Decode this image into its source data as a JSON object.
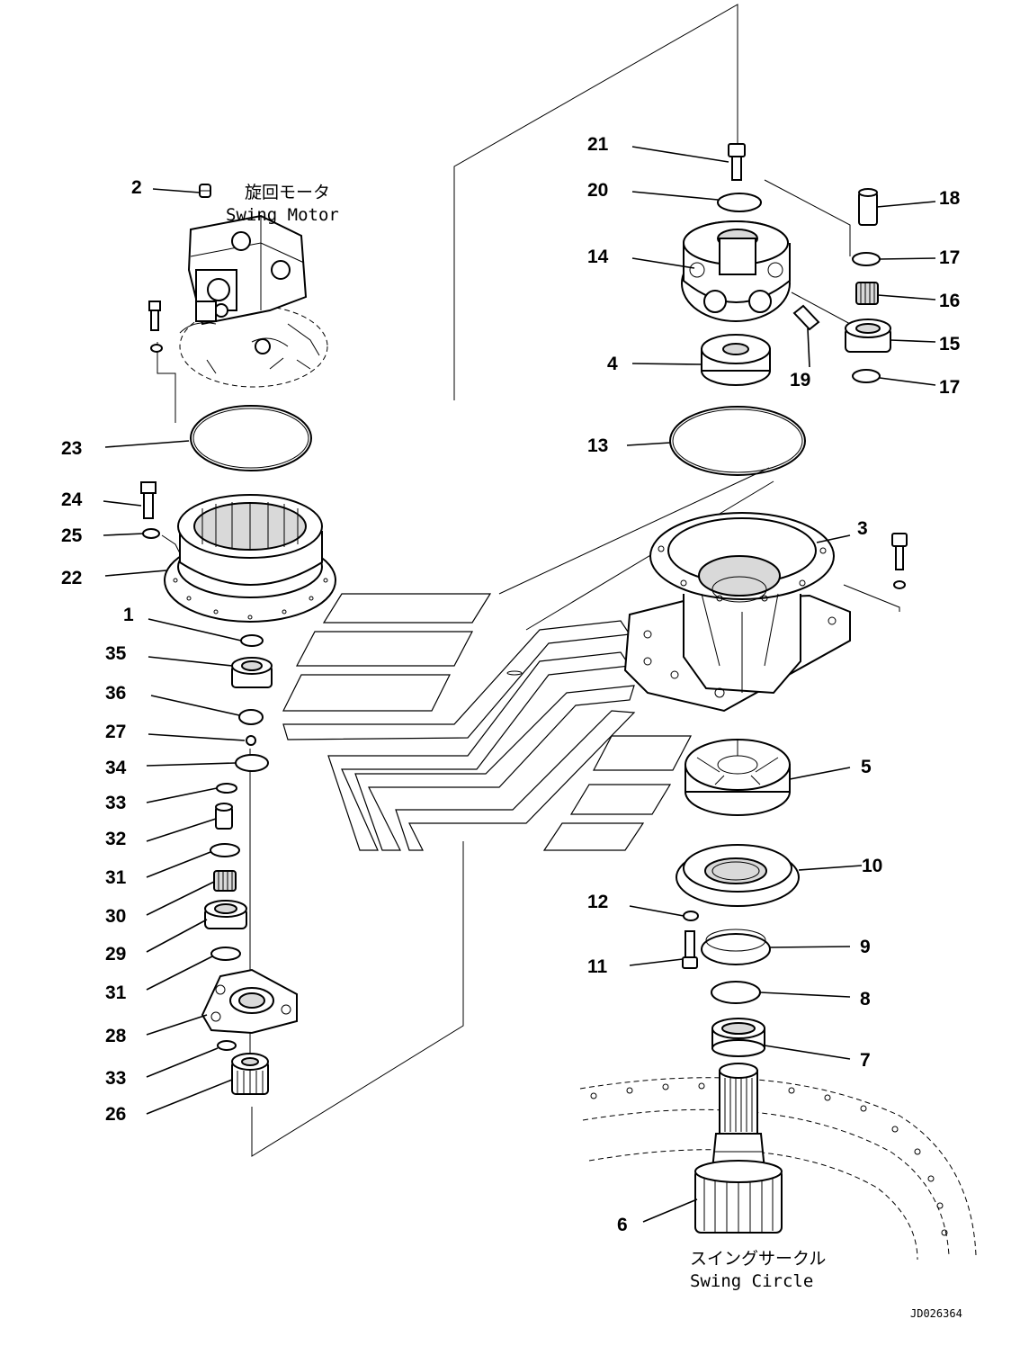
{
  "captions": {
    "swing_motor_jp": "旋回モータ",
    "swing_motor_en": "Swing Motor",
    "swing_circle_jp": "スイングサークル",
    "swing_circle_en": "Swing Circle"
  },
  "document_id": "JD026364",
  "callouts": [
    {
      "n": "1",
      "label": "1"
    },
    {
      "n": "2",
      "label": "2"
    },
    {
      "n": "3",
      "label": "3"
    },
    {
      "n": "4",
      "label": "4"
    },
    {
      "n": "5",
      "label": "5"
    },
    {
      "n": "6",
      "label": "6"
    },
    {
      "n": "7",
      "label": "7"
    },
    {
      "n": "8",
      "label": "8"
    },
    {
      "n": "9",
      "label": "9"
    },
    {
      "n": "10",
      "label": "10"
    },
    {
      "n": "11",
      "label": "11"
    },
    {
      "n": "12",
      "label": "12"
    },
    {
      "n": "13",
      "label": "13"
    },
    {
      "n": "14",
      "label": "14"
    },
    {
      "n": "15",
      "label": "15"
    },
    {
      "n": "16",
      "label": "16"
    },
    {
      "n": "17a",
      "label": "17"
    },
    {
      "n": "17b",
      "label": "17"
    },
    {
      "n": "18",
      "label": "18"
    },
    {
      "n": "19",
      "label": "19"
    },
    {
      "n": "20",
      "label": "20"
    },
    {
      "n": "21",
      "label": "21"
    },
    {
      "n": "22",
      "label": "22"
    },
    {
      "n": "23",
      "label": "23"
    },
    {
      "n": "24",
      "label": "24"
    },
    {
      "n": "25",
      "label": "25"
    },
    {
      "n": "26",
      "label": "26"
    },
    {
      "n": "27",
      "label": "27"
    },
    {
      "n": "28",
      "label": "28"
    },
    {
      "n": "29",
      "label": "29"
    },
    {
      "n": "30",
      "label": "30"
    },
    {
      "n": "31a",
      "label": "31"
    },
    {
      "n": "31b",
      "label": "31"
    },
    {
      "n": "32",
      "label": "32"
    },
    {
      "n": "33a",
      "label": "33"
    },
    {
      "n": "33b",
      "label": "33"
    },
    {
      "n": "34",
      "label": "34"
    },
    {
      "n": "35",
      "label": "35"
    },
    {
      "n": "36",
      "label": "36"
    }
  ]
}
